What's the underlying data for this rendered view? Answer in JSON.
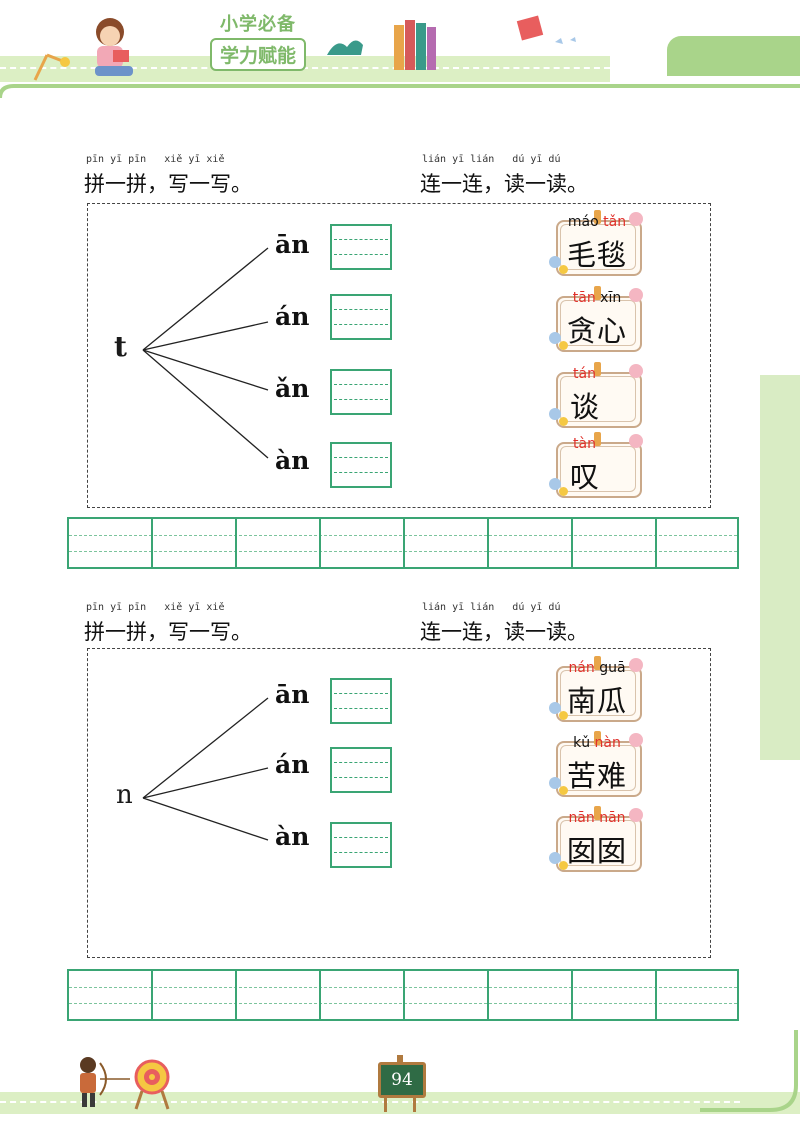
{
  "header": {
    "title_small": "小学必备",
    "title_big": "学力赋能"
  },
  "section1": {
    "left_pinyin": "pīn yī pīn   xiě yī xiě",
    "left_instruction": "拼一拼，写一写。",
    "right_pinyin": "lián yī lián   dú yī dú",
    "right_instruction": "连一连，读一读。",
    "initial": "t",
    "finals": [
      "ān",
      "án",
      "ǎn",
      "àn"
    ],
    "cards": [
      {
        "pinyin_black": "máo",
        "pinyin_red": "tǎn",
        "hanzi": "毛毯"
      },
      {
        "pinyin_black": "",
        "pinyin_red": "tān",
        "pinyin_black2": "xīn",
        "hanzi": "贪心"
      },
      {
        "pinyin_black": "",
        "pinyin_red": "tán",
        "hanzi": "谈"
      },
      {
        "pinyin_black": "",
        "pinyin_red": "tàn",
        "hanzi": "叹"
      }
    ]
  },
  "section2": {
    "left_pinyin": "pīn yī pīn   xiě yī xiě",
    "left_instruction": "拼一拼，写一写。",
    "right_pinyin": "lián yī lián   dú yī dú",
    "right_instruction": "连一连，读一读。",
    "initial": "n",
    "finals": [
      "ān",
      "án",
      "àn"
    ],
    "cards": [
      {
        "pinyin_red": "nán",
        "pinyin_black2": "guā",
        "hanzi": "南瓜"
      },
      {
        "pinyin_black": "kǔ",
        "pinyin_red": "nàn",
        "hanzi": "苦难"
      },
      {
        "pinyin_red": "nān nān",
        "hanzi": "囡囡"
      }
    ]
  },
  "footer": {
    "page_number": "94"
  },
  "colors": {
    "green_line": "#3aa574",
    "header_green": "#7fb96a",
    "pinyin_red": "#e0302a"
  }
}
